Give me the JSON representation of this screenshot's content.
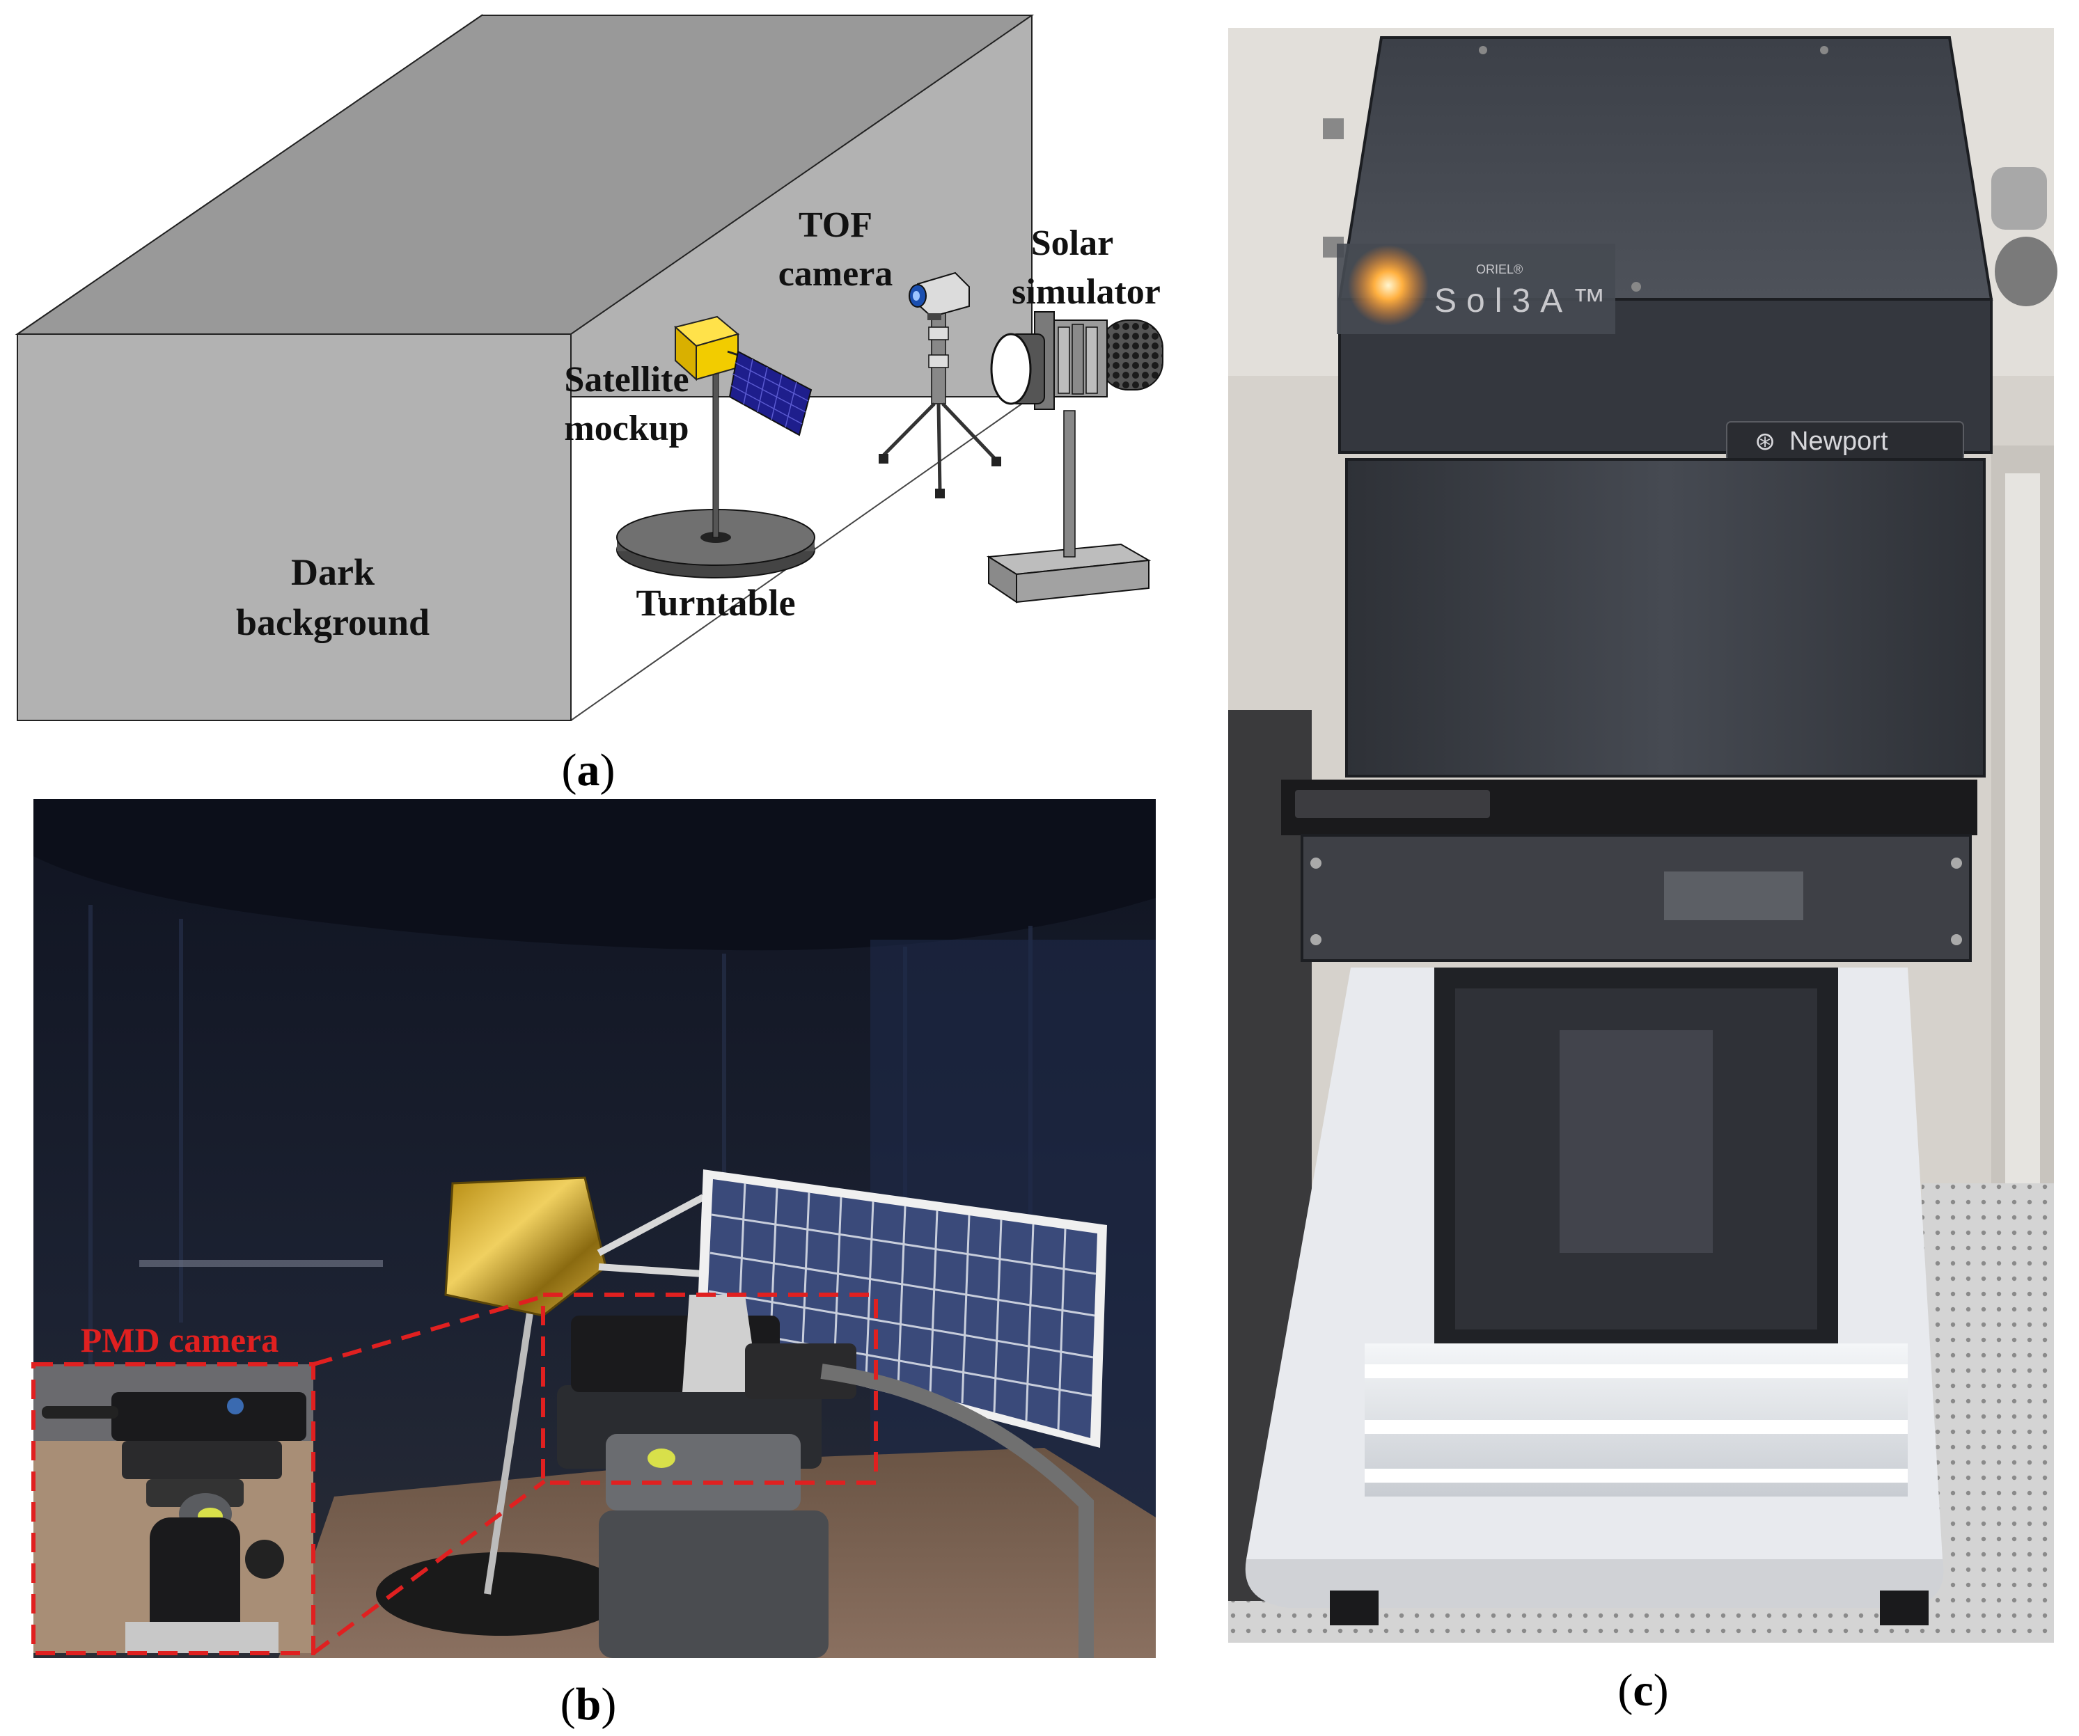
{
  "colors": {
    "box_wall": "#b2b2b2",
    "box_back": "#8c8c8c",
    "satellite_body": "#f2cc00",
    "solar_panel": "#1e1e8c",
    "pmd_highlight": "#e02020",
    "curtain": "#14182a",
    "instrument_body": "#3a3d44"
  },
  "panel_a": {
    "caption_open": "(",
    "caption_letter": "a",
    "caption_close": ")",
    "label_tof_line1": "TOF",
    "label_tof_line2": "camera",
    "label_solar_line1": "Solar",
    "label_solar_line2": "simulator",
    "label_satellite_line1": "Satellite",
    "label_satellite_line2": "mockup",
    "label_dark_line1": "Dark",
    "label_dark_line2": "background",
    "label_turntable": "Turntable"
  },
  "panel_b": {
    "caption_open": "(",
    "caption_letter": "b",
    "caption_close": ")",
    "label_pmd": "PMD camera"
  },
  "panel_c": {
    "caption_open": "(",
    "caption_letter": "c",
    "caption_close": ")",
    "brand_small": "ORIEL®",
    "model_text": "Sol3A™",
    "brand_name": "Newport"
  }
}
